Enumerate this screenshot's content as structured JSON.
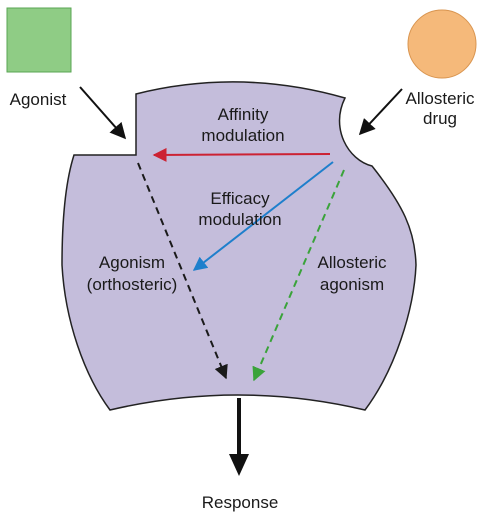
{
  "labels": {
    "agonist": "Agonist",
    "allosteric_drug_line1": "Allosteric",
    "allosteric_drug_line2": "drug",
    "affinity_line1": "Affinity",
    "affinity_line2": "modulation",
    "efficacy_line1": "Efficacy",
    "efficacy_line2": "modulation",
    "agonism_line1": "Agonism",
    "agonism_line2": "(orthosteric)",
    "allosteric_agonism_line1": "Allosteric",
    "allosteric_agonism_line2": "agonism",
    "response": "Response"
  },
  "colors": {
    "agonist_fill": "#8fcc85",
    "agonist_stroke": "#5aa653",
    "allosteric_drug_fill": "#f5b97a",
    "allosteric_drug_stroke": "#d99550",
    "receptor_fill": "#c4bddb",
    "receptor_stroke": "#222222",
    "affinity_arrow": "#cc2233",
    "efficacy_arrow": "#1e7fcc",
    "orthosteric_agonism_arrow": "#1a1a1a",
    "allosteric_agonism_arrow": "#3aa33a",
    "response_arrow": "#111111"
  },
  "icons": {
    "agonist": "green-square",
    "allosteric_drug": "orange-circle"
  }
}
